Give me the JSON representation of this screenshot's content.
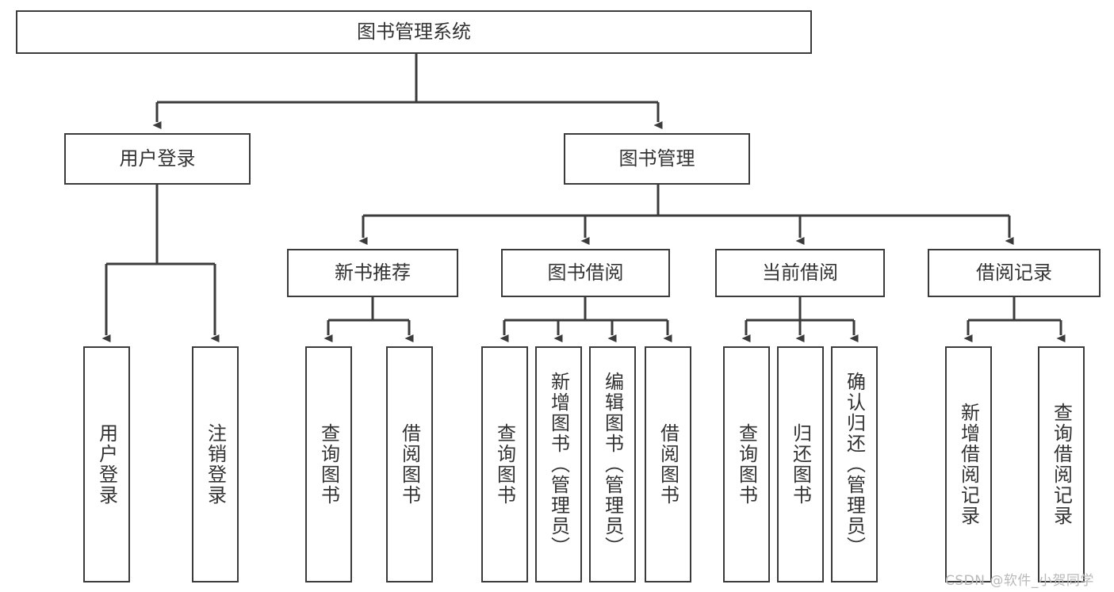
{
  "diagram": {
    "type": "tree-hierarchy",
    "title": "图书管理系统",
    "root": {
      "id": "root",
      "label": "图书管理系统",
      "orientation": "horizontal"
    },
    "level1": [
      {
        "id": "user-login",
        "label": "用户登录",
        "orientation": "horizontal"
      },
      {
        "id": "book-management",
        "label": "图书管理",
        "orientation": "horizontal"
      }
    ],
    "level2": [
      {
        "id": "new-book-recommend",
        "label": "新书推荐",
        "orientation": "horizontal",
        "parent": "book-management"
      },
      {
        "id": "book-borrow",
        "label": "图书借阅",
        "orientation": "horizontal",
        "parent": "book-management"
      },
      {
        "id": "current-borrow",
        "label": "当前借阅",
        "orientation": "horizontal",
        "parent": "book-management"
      },
      {
        "id": "borrow-record",
        "label": "借阅记录",
        "orientation": "horizontal",
        "parent": "book-management"
      }
    ],
    "leaves": [
      {
        "id": "leaf-user-login",
        "label": "用户登录",
        "orientation": "vertical",
        "parent": "user-login"
      },
      {
        "id": "leaf-user-logout",
        "label": "注销登录",
        "orientation": "vertical",
        "parent": "user-login"
      },
      {
        "id": "leaf-query-book-1",
        "label": "查询图书",
        "orientation": "vertical",
        "parent": "new-book-recommend"
      },
      {
        "id": "leaf-borrow-book-1",
        "label": "借阅图书",
        "orientation": "vertical",
        "parent": "new-book-recommend"
      },
      {
        "id": "leaf-query-book-2",
        "label": "查询图书",
        "orientation": "vertical",
        "parent": "book-borrow"
      },
      {
        "id": "leaf-add-book",
        "label": "新增图书（管理员）",
        "orientation": "vertical",
        "parent": "book-borrow"
      },
      {
        "id": "leaf-edit-book",
        "label": "编辑图书（管理员）",
        "orientation": "vertical",
        "parent": "book-borrow"
      },
      {
        "id": "leaf-borrow-book-2",
        "label": "借阅图书",
        "orientation": "vertical",
        "parent": "book-borrow"
      },
      {
        "id": "leaf-query-book-3",
        "label": "查询图书",
        "orientation": "vertical",
        "parent": "current-borrow"
      },
      {
        "id": "leaf-return-book",
        "label": "归还图书",
        "orientation": "vertical",
        "parent": "current-borrow"
      },
      {
        "id": "leaf-confirm-return",
        "label": "确认归还（管理员）",
        "orientation": "vertical",
        "parent": "current-borrow"
      },
      {
        "id": "leaf-add-record",
        "label": "新增借阅记录",
        "orientation": "vertical",
        "parent": "borrow-record"
      },
      {
        "id": "leaf-query-record",
        "label": "查询借阅记录",
        "orientation": "vertical",
        "parent": "borrow-record"
      }
    ]
  },
  "watermark": {
    "text": "CSDN @软件_小贺同学"
  },
  "colors": {
    "stroke": "#3b3b3b",
    "text": "#333333",
    "background": "#ffffff",
    "watermark": "#b9b9b9"
  }
}
